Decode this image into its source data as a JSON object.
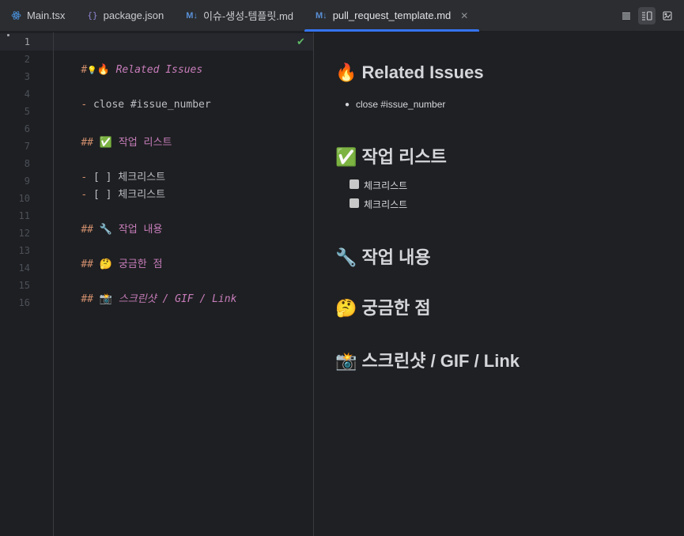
{
  "tabs": [
    {
      "label": "Main.tsx",
      "icon": "react-icon"
    },
    {
      "label": "package.json",
      "icon": "json-icon"
    },
    {
      "label": "이슈-생성-템플릿.md",
      "icon": "markdown-icon"
    },
    {
      "label": "pull_request_template.md",
      "icon": "markdown-icon",
      "active": true
    }
  ],
  "tab_icons": {
    "json": "{}",
    "md": "M↓"
  },
  "view_switch": [
    "editor-only-icon",
    "editor-and-preview-icon",
    "preview-only-icon"
  ],
  "editor": {
    "line_numbers": [
      "1",
      "2",
      "3",
      "4",
      "5",
      "6",
      "7",
      "8",
      "9",
      "10",
      "11",
      "12",
      "13",
      "14",
      "15",
      "16"
    ],
    "lines": {
      "l2_hash": "#",
      "l2_emoji": "🔥",
      "l2_text": "Related Issues",
      "l4_dash": "-",
      "l4_text": "close #issue_number",
      "l6_hash": "##",
      "l6_emoji": "✅",
      "l6_text": "작업 리스트",
      "l8_dash": "-",
      "l8_box": "[ ]",
      "l8_text": "체크리스트",
      "l9_dash": "-",
      "l9_box": "[ ]",
      "l9_text": "체크리스트",
      "l11_hash": "##",
      "l11_emoji": "🔧",
      "l11_text": "작업 내용",
      "l13_hash": "##",
      "l13_emoji": "🤔",
      "l13_text": "궁금한 점",
      "l15_hash": "##",
      "l15_emoji": "📸",
      "l15_text": "스크린샷 / GIF / Link"
    }
  },
  "preview": {
    "h1": "🔥 Related Issues",
    "li1": "close #issue_number",
    "h2": "✅ 작업 리스트",
    "cb1": "체크리스트",
    "cb2": "체크리스트",
    "h3": "🔧 작업 내용",
    "h4": "🤔 궁금한 점",
    "h5": "📸 스크린샷 / GIF / Link"
  }
}
